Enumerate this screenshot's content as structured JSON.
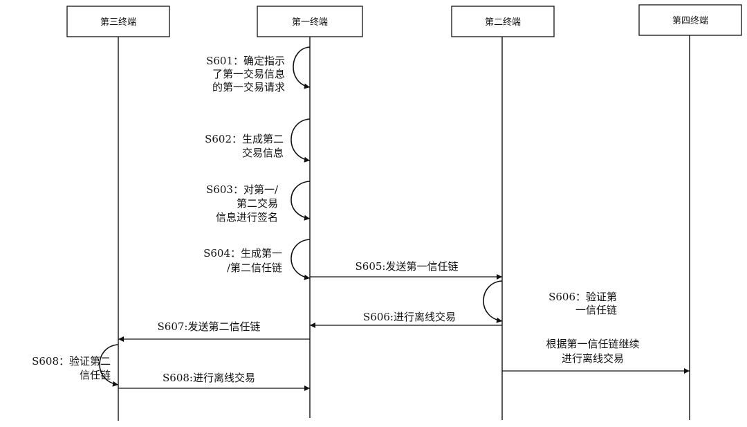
{
  "terminals": [
    {
      "id": "t3",
      "label": "第三终端"
    },
    {
      "id": "t1",
      "label": "第一终端"
    },
    {
      "id": "t2",
      "label": "第二终端"
    },
    {
      "id": "t4",
      "label": "第四终端"
    }
  ],
  "self_steps": [
    {
      "id": "s601",
      "terminal": "t1",
      "lines": [
        "S601：确定指示",
        "了第一交易信息",
        "的第一交易请求"
      ]
    },
    {
      "id": "s602",
      "terminal": "t1",
      "lines": [
        "S602：生成第二",
        "交易信息"
      ]
    },
    {
      "id": "s603",
      "terminal": "t1",
      "lines": [
        "S603：对第一/",
        "第二交易",
        "信息进行签名"
      ]
    },
    {
      "id": "s604",
      "terminal": "t1",
      "lines": [
        "S604：生成第一",
        "/第二信任链"
      ]
    },
    {
      "id": "s606v",
      "terminal": "t2",
      "lines": [
        "S606：验证第",
        "一信任链"
      ]
    },
    {
      "id": "s608v",
      "terminal": "t3",
      "lines": [
        "S608：验证第二",
        "信任链"
      ]
    }
  ],
  "messages": [
    {
      "id": "s605",
      "from": "t1",
      "to": "t2",
      "lines": [
        "S605:发送第一信任链"
      ]
    },
    {
      "id": "s606m",
      "from": "t2",
      "to": "t1",
      "lines": [
        "S606:进行离线交易"
      ]
    },
    {
      "id": "s607",
      "from": "t1",
      "to": "t3",
      "lines": [
        "S607:发送第二信任链"
      ]
    },
    {
      "id": "offline",
      "from": "t2",
      "to": "t4",
      "lines": [
        "根据第一信任链继续",
        "进行离线交易"
      ]
    },
    {
      "id": "s608m",
      "from": "t3",
      "to": "t1",
      "lines": [
        "S608:进行离线交易"
      ]
    }
  ]
}
